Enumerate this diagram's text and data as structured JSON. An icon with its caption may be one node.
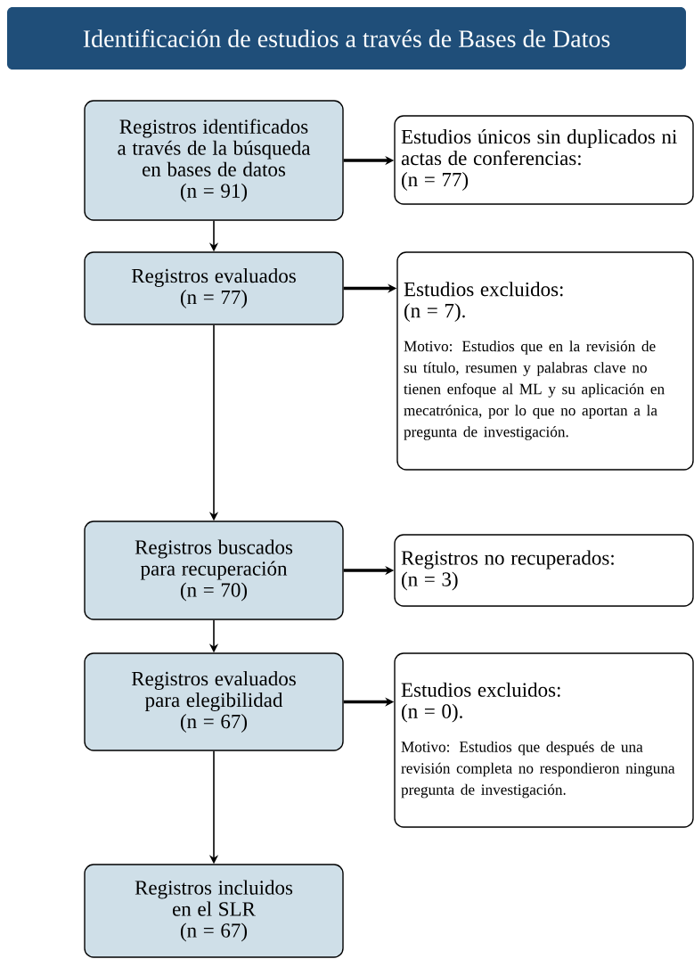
{
  "diagram": {
    "title": "Identificación de estudios a través de Bases de Datos",
    "nodes": [
      {
        "text": [
          "Registros identificados a través de la búsqueda en bases de datos",
          "(n = 91)"
        ]
      },
      {
        "text": [
          "Estudios únicos sin duplicados ni actas de conferencias:",
          "(n = 77)"
        ]
      },
      {
        "text": [
          "Registros evaluados",
          "(n = 77)"
        ]
      },
      {
        "text": [
          "Estudios excluidos:",
          "(n = 7).",
          "Motivo: Estudios que en la revisión de su título, resumen y palabras clave no tienen enfoque al ML y su aplicación en mecatrónica, por lo que no aportan a la pregunta de investigación."
        ]
      },
      {
        "text": [
          "Registros buscados para recuperación",
          "(n = 70)"
        ]
      },
      {
        "text": [
          "Registros no recuperados:",
          "(n = 3)"
        ]
      },
      {
        "text": [
          "Registros evaluados para elegibilidad",
          "(n = 67)"
        ]
      },
      {
        "text": [
          "Estudios excluidos:",
          "(n = 0).",
          "Motivo: Estudios que después de una revisión completa no respondieron ninguna pregunta de investigación."
        ]
      },
      {
        "text": [
          "Registros incluidos en el SLR",
          "(n = 67)"
        ]
      }
    ],
    "edges": [
      {
        "from": 0,
        "to": 1,
        "arrow": "to",
        "style": "thick"
      },
      {
        "from": 0,
        "to": 2,
        "arrow": "to"
      },
      {
        "from": 2,
        "to": 3,
        "arrow": "to",
        "style": "thick"
      },
      {
        "from": 2,
        "to": 4,
        "arrow": "to"
      },
      {
        "from": 4,
        "to": 5,
        "arrow": "to",
        "style": "thick"
      },
      {
        "from": 4,
        "to": 6,
        "arrow": "to"
      },
      {
        "from": 6,
        "to": 7,
        "arrow": "to",
        "style": "thick"
      },
      {
        "from": 6,
        "to": 8,
        "arrow": "to"
      }
    ]
  }
}
